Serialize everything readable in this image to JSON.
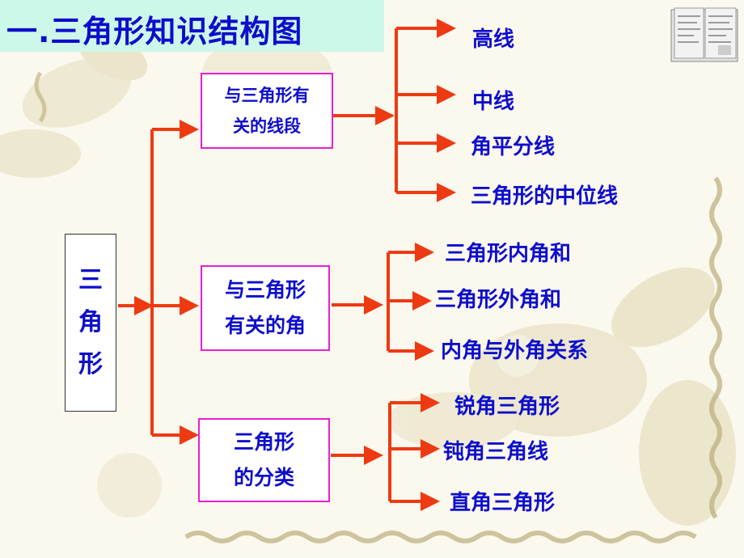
{
  "title": "一.三角形知识结构图",
  "root": {
    "chars": [
      "三",
      "角",
      "形"
    ]
  },
  "branches": [
    {
      "label_line1": "与三角形有",
      "label_line2": "关的线段",
      "leaves": [
        "高线",
        "中线",
        "角平分线",
        "三角形的中位线"
      ]
    },
    {
      "label_line1": "与三角形",
      "label_line2": "有关的角",
      "leaves": [
        "三角形内角和",
        "三角形外角和",
        "内角与外角关系"
      ]
    },
    {
      "label_line1": "三角形",
      "label_line2": "的分类",
      "leaves": [
        "锐角三角形",
        "钝角三角线",
        "直角三角形"
      ]
    }
  ],
  "colors": {
    "text": "#0d0dcc",
    "arrow": "#ee3a12",
    "box_border": "#e61ed2",
    "title_band": "#cdf7e8"
  }
}
